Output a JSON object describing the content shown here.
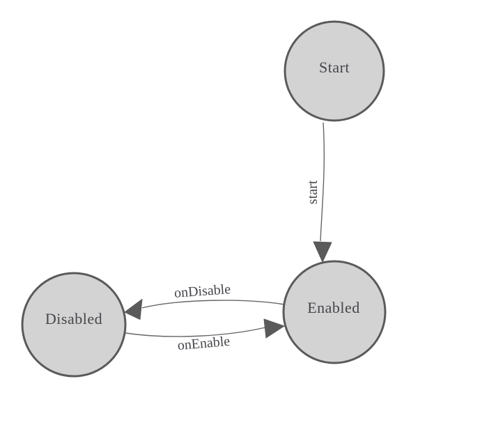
{
  "diagram": {
    "type": "finite-state-machine",
    "background_color": "#ffffff",
    "colors": {
      "node_fill": "#d3d3d3",
      "node_border": "#5a5a5a",
      "edge_line": "#666666",
      "arrow_fill": "#5a5a5a",
      "text": "#46464c"
    },
    "nodes": [
      {
        "id": "start",
        "label": "Start"
      },
      {
        "id": "enabled",
        "label": "Enabled"
      },
      {
        "id": "disabled",
        "label": "Disabled"
      }
    ],
    "edges": [
      {
        "id": "start-to-enabled",
        "label": "start",
        "from": "Start",
        "to": "Enabled"
      },
      {
        "id": "enabled-to-disabled",
        "label": "onDisable",
        "from": "Enabled",
        "to": "Disabled"
      },
      {
        "id": "disabled-to-enabled",
        "label": "onEnable",
        "from": "Disabled",
        "to": "Enabled"
      }
    ]
  }
}
